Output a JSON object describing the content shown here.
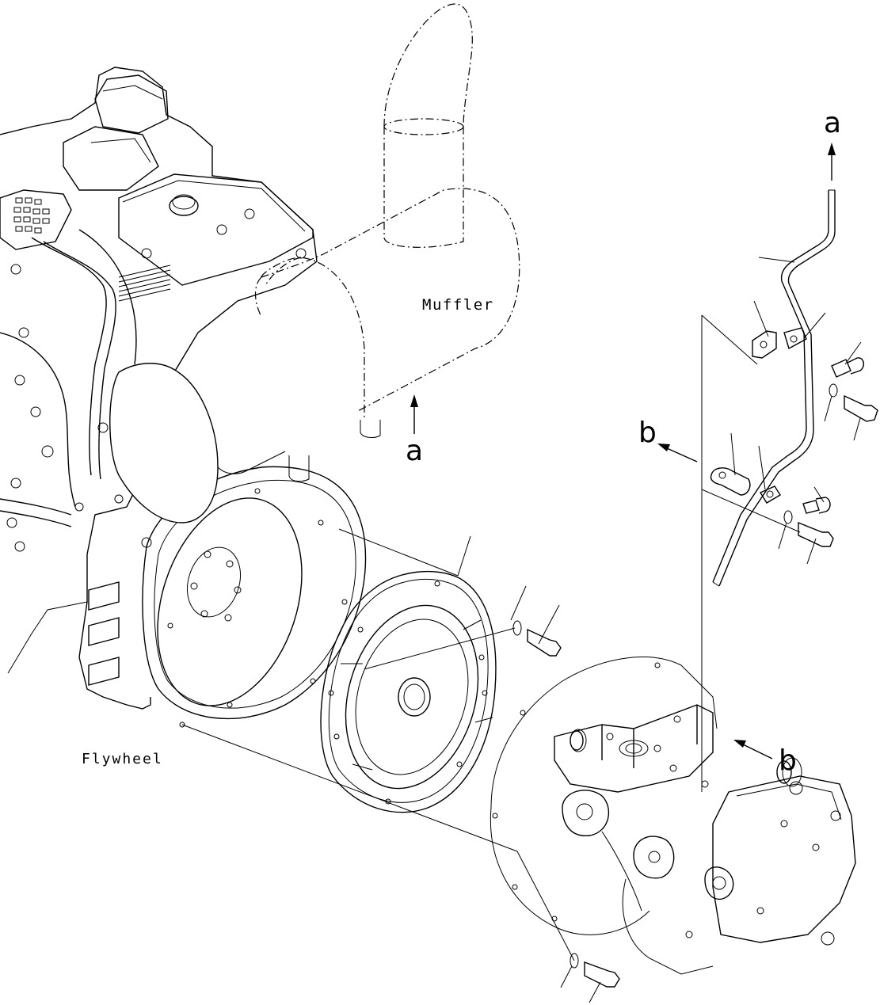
{
  "labels": {
    "muffler": "Muffler",
    "flywheel": "Flywheel",
    "arrow_a_top": "a",
    "arrow_a_bottom": "a",
    "arrow_b_left": "b",
    "arrow_b_right": "b"
  },
  "icons": [
    "arrow-up-icon",
    "arrow-left-icon"
  ]
}
